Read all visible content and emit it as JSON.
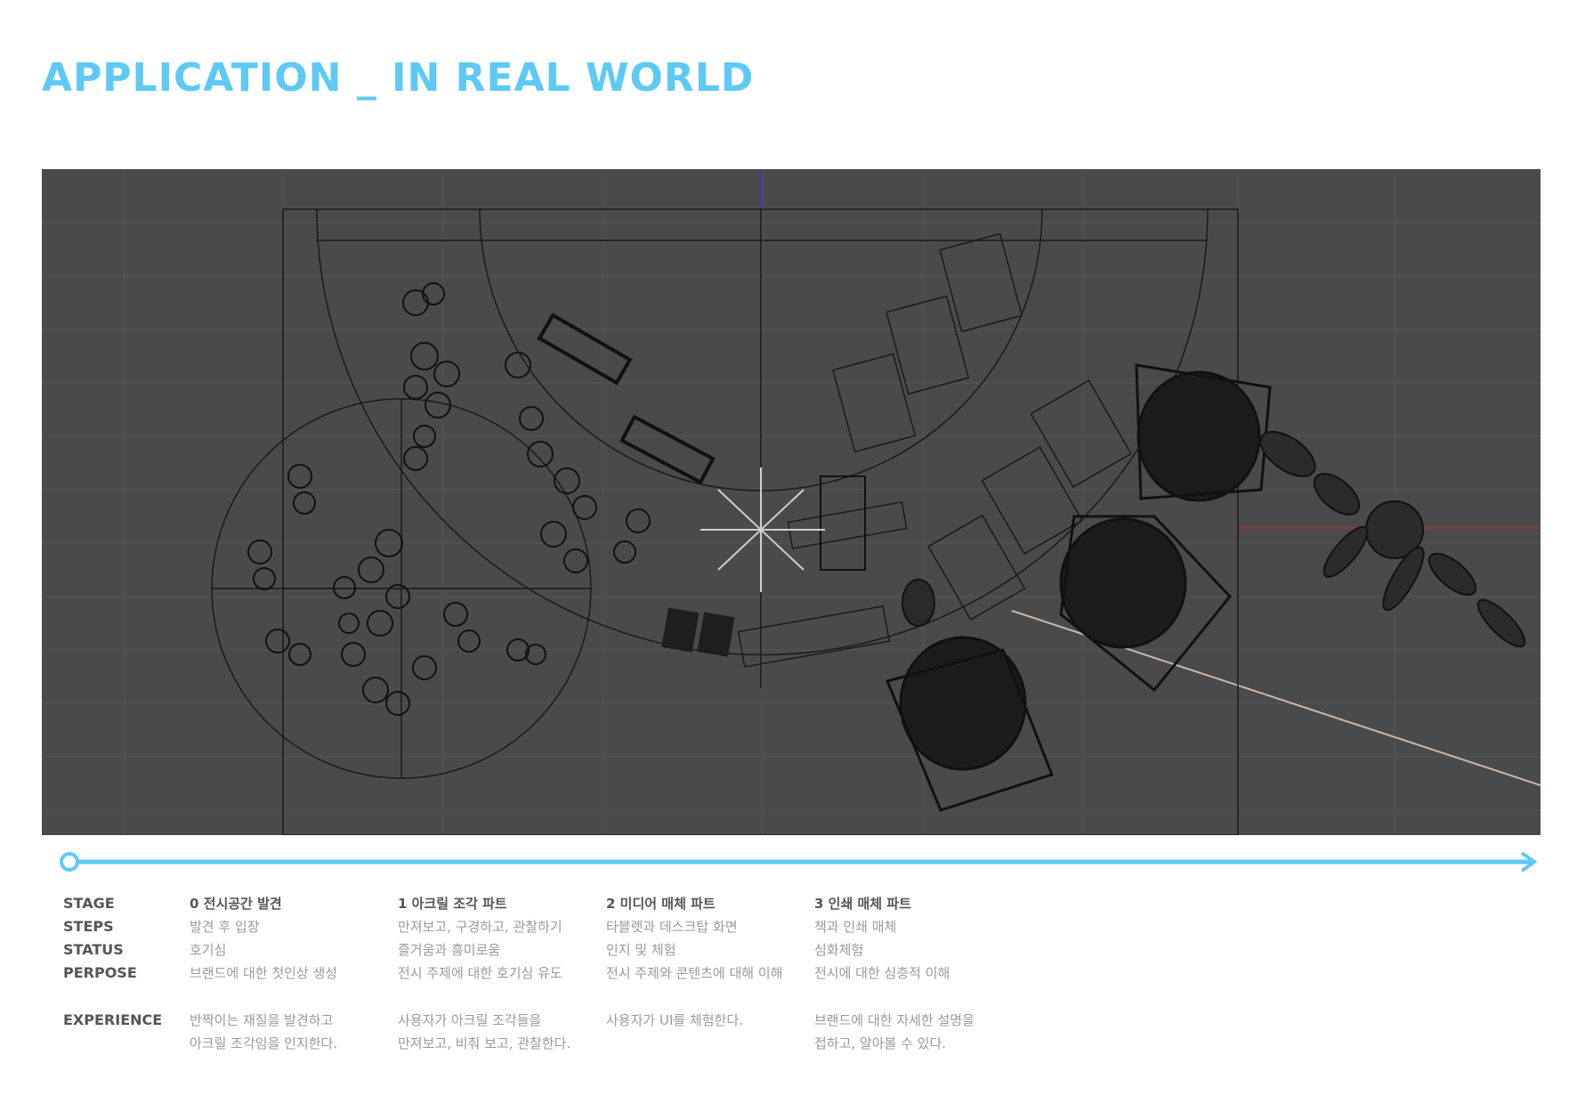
{
  "page": {
    "title": "APPLICATION _ IN REAL WORLD"
  },
  "colors": {
    "accent": "#5ec9f4",
    "viewport_bg": "#4a4a4a",
    "line": "#111111"
  },
  "viewport": {
    "description_icon": "3d-floor-plan-viewport"
  },
  "timeline": {
    "start_icon": "circle-start-icon",
    "end_icon": "arrow-right-icon"
  },
  "table": {
    "labels": {
      "stage": "STAGE",
      "steps": "STEPS",
      "status": "STATUS",
      "perpose": "PERPOSE",
      "experience": "EXPERIENCE"
    },
    "columns": [
      {
        "stage": "0 전시공간 발견",
        "steps": "발견 후 입장",
        "status": "호기심",
        "perpose": "브랜드에 대한 첫인상 생성",
        "experience_1": "반짝이는 재질을 발견하고",
        "experience_2": "아크릴 조각임을 인지한다."
      },
      {
        "stage": "1 아크릴 조각 파트",
        "steps": "만져보고, 구경하고, 관찰하기",
        "status": "즐거움과 흥미로움",
        "perpose": "전시 주제에 대한 호기심 유도",
        "experience_1": "사용자가 아크릴 조각들을",
        "experience_2": "만져보고, 비춰 보고, 관찰한다."
      },
      {
        "stage": "2 미디어 매체 파트",
        "steps": "타블렛과 데스크탑 화면",
        "status": "인지 및 체험",
        "perpose": "전시 주제와 콘텐츠에 대해 이해",
        "experience_1": "사용자가 UI를 체험한다.",
        "experience_2": ""
      },
      {
        "stage": "3 인쇄 매체 파트",
        "steps": "책과 인쇄 매체",
        "status": "심화체험",
        "perpose": "전시에 대한 심층적 이해",
        "experience_1": "브랜드에 대한 자세한 설명을",
        "experience_2": "접하고, 알아볼 수 있다."
      }
    ]
  }
}
